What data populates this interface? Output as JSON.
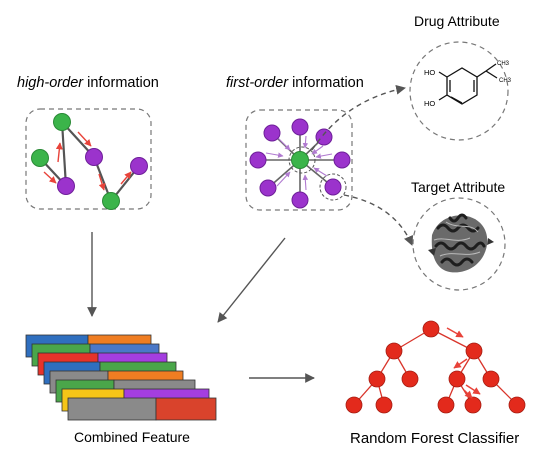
{
  "labels": {
    "high_order_italic": "high-order",
    "high_order_rest": " information",
    "first_order_italic": "first-order",
    "first_order_rest": " information",
    "drug_attribute": "Drug Attribute",
    "target_attribute": "Target Attribute",
    "combined_feature": "Combined Feature",
    "random_forest": "Random Forest Classifier"
  },
  "molecule": {
    "ho_top": "HO",
    "ho_bottom": "HO",
    "ch3_top": "CH3",
    "ch3_bottom": "CH3"
  },
  "colors": {
    "green_node": "#3bb44a",
    "purple_node": "#9b33cc",
    "red_node": "#e32a1c",
    "red_arrow": "#e8433a",
    "dashed_border": "#777777"
  }
}
